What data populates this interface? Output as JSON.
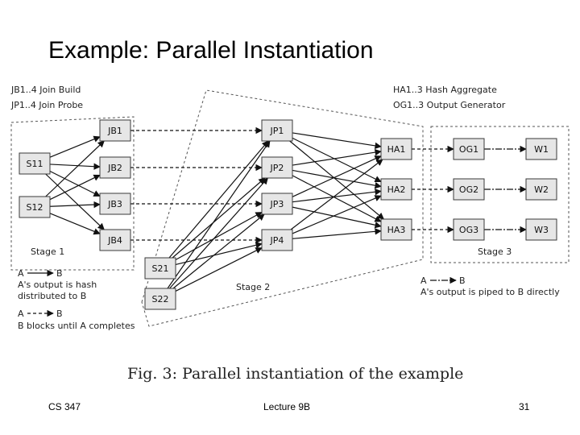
{
  "slide": {
    "title": "Example: Parallel Instantiation",
    "caption": "Fig. 3: Parallel instantiation of the example",
    "footer": {
      "course": "CS 347",
      "lecture": "Lecture 9B",
      "page": "31"
    }
  },
  "legend": {
    "join_build": "JB1..4 Join Build",
    "join_probe": "JP1..4 Join Probe",
    "hash_aggregate": "HA1..3 Hash Aggregate",
    "output_generator": "OG1..3 Output Generator",
    "arrow_a": "A",
    "arrow_b": "B",
    "hash_distributed": "A's output is hash distributed to B",
    "hash_distributed_line1": "A's output is hash",
    "hash_distributed_line2": "distributed to B",
    "blocks_until": "B blocks until A completes",
    "piped_directly": "A's output is piped to B directly"
  },
  "stages": {
    "stage1": "Stage 1",
    "stage2": "Stage 2",
    "stage3": "Stage 3"
  },
  "nodes": {
    "S11": "S11",
    "S12": "S12",
    "JB1": "JB1",
    "JB2": "JB2",
    "JB3": "JB3",
    "JB4": "JB4",
    "S21": "S21",
    "S22": "S22",
    "JP1": "JP1",
    "JP2": "JP2",
    "JP3": "JP3",
    "JP4": "JP4",
    "HA1": "HA1",
    "HA2": "HA2",
    "HA3": "HA3",
    "OG1": "OG1",
    "OG2": "OG2",
    "OG3": "OG3",
    "W1": "W1",
    "W2": "W2",
    "W3": "W3"
  },
  "edges": {
    "hash_distributed": [
      [
        "S11",
        "JB1"
      ],
      [
        "S11",
        "JB2"
      ],
      [
        "S11",
        "JB3"
      ],
      [
        "S11",
        "JB4"
      ],
      [
        "S12",
        "JB1"
      ],
      [
        "S12",
        "JB2"
      ],
      [
        "S12",
        "JB3"
      ],
      [
        "S12",
        "JB4"
      ],
      [
        "S21",
        "JP1"
      ],
      [
        "S21",
        "JP2"
      ],
      [
        "S21",
        "JP3"
      ],
      [
        "S21",
        "JP4"
      ],
      [
        "S22",
        "JP1"
      ],
      [
        "S22",
        "JP2"
      ],
      [
        "S22",
        "JP3"
      ],
      [
        "S22",
        "JP4"
      ],
      [
        "JP1",
        "HA1"
      ],
      [
        "JP1",
        "HA2"
      ],
      [
        "JP1",
        "HA3"
      ],
      [
        "JP2",
        "HA1"
      ],
      [
        "JP2",
        "HA2"
      ],
      [
        "JP2",
        "HA3"
      ],
      [
        "JP3",
        "HA1"
      ],
      [
        "JP3",
        "HA2"
      ],
      [
        "JP3",
        "HA3"
      ],
      [
        "JP4",
        "HA1"
      ],
      [
        "JP4",
        "HA2"
      ],
      [
        "JP4",
        "HA3"
      ]
    ],
    "blocking": [
      [
        "JB1",
        "JP1"
      ],
      [
        "JB2",
        "JP2"
      ],
      [
        "JB3",
        "JP3"
      ],
      [
        "JB4",
        "JP4"
      ],
      [
        "HA1",
        "OG1"
      ],
      [
        "HA2",
        "OG2"
      ],
      [
        "HA3",
        "OG3"
      ]
    ],
    "piped": [
      [
        "OG1",
        "W1"
      ],
      [
        "OG2",
        "W2"
      ],
      [
        "OG3",
        "W3"
      ]
    ]
  }
}
